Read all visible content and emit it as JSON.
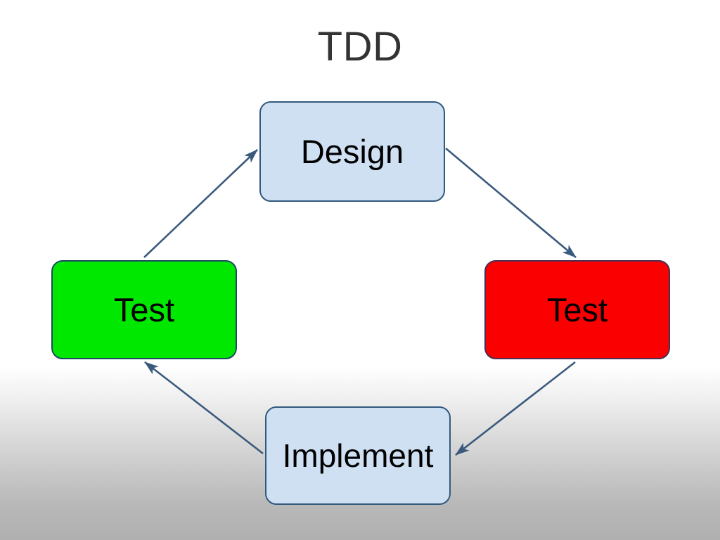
{
  "slide": {
    "title": "TDD",
    "title_color": "#333333",
    "background": {
      "type": "vertical-gradient",
      "top_color": "#ffffff",
      "bottom_color": "#b0b0b0"
    }
  },
  "diagram": {
    "type": "cycle",
    "direction": "counterclockwise",
    "nodes": [
      {
        "id": "design",
        "label": "Design",
        "position": "top",
        "fill": "#cfe0f3",
        "border": "#31597d",
        "text_color": "#000000"
      },
      {
        "id": "test-red",
        "label": "Test",
        "position": "right",
        "fill": "#fa0000",
        "border": "#4a3050",
        "text_color": "#000000"
      },
      {
        "id": "implement",
        "label": "Implement",
        "position": "bottom",
        "fill": "#cfe0f3",
        "border": "#31597d",
        "text_color": "#000000"
      },
      {
        "id": "test-green",
        "label": "Test",
        "position": "left",
        "fill": "#00e800",
        "border": "#1d4a63",
        "text_color": "#000000"
      }
    ],
    "arrows": [
      {
        "id": "design-to-test-red",
        "from": "design",
        "to": "test-red",
        "color": "#3a5a7d"
      },
      {
        "id": "test-red-to-implement",
        "from": "test-red",
        "to": "implement",
        "color": "#3a5a7d"
      },
      {
        "id": "implement-to-test-green",
        "from": "implement",
        "to": "test-green",
        "color": "#3a5a7d"
      },
      {
        "id": "test-green-to-design",
        "from": "test-green",
        "to": "design",
        "color": "#3a5a7d"
      }
    ]
  }
}
